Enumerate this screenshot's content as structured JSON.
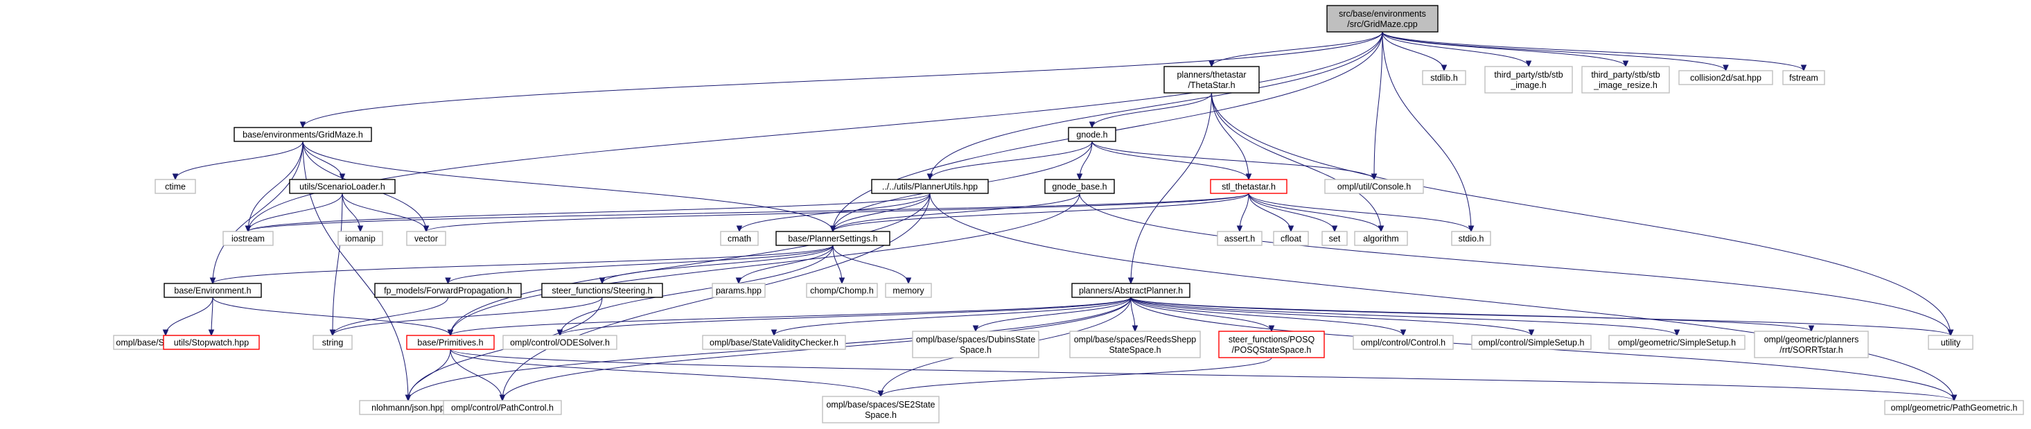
{
  "graph": {
    "colors": {
      "edge": "#191970",
      "root_fill": "#bfbfbf",
      "root_border": "#000000",
      "documented_border": "#000000",
      "external_border": "#bfbfbf",
      "truncated_border": "#ff0000",
      "text": "#000000"
    },
    "nodes": [
      {
        "id": "root",
        "lines": [
          "src/base/environments",
          "/src/GridMaze.cpp"
        ],
        "kind": "root"
      },
      {
        "id": "gridmaze_h",
        "lines": [
          "base/environments/GridMaze.h"
        ],
        "kind": "documented"
      },
      {
        "id": "thetastar_h",
        "lines": [
          "planners/thetastar",
          "/ThetaStar.h"
        ],
        "kind": "documented"
      },
      {
        "id": "stdlib_h",
        "lines": [
          "stdlib.h"
        ],
        "kind": "external"
      },
      {
        "id": "stb_image",
        "lines": [
          "third_party/stb/stb",
          "_image.h"
        ],
        "kind": "external"
      },
      {
        "id": "stb_image_resize",
        "lines": [
          "third_party/stb/stb",
          "_image_resize.h"
        ],
        "kind": "external"
      },
      {
        "id": "sat_hpp",
        "lines": [
          "collision2d/sat.hpp"
        ],
        "kind": "external"
      },
      {
        "id": "fstream",
        "lines": [
          "fstream"
        ],
        "kind": "external"
      },
      {
        "id": "gnode_h",
        "lines": [
          "gnode.h"
        ],
        "kind": "documented"
      },
      {
        "id": "ctime",
        "lines": [
          "ctime"
        ],
        "kind": "external"
      },
      {
        "id": "scenarioloader_h",
        "lines": [
          "utils/ScenarioLoader.h"
        ],
        "kind": "documented"
      },
      {
        "id": "plannerutils_hpp",
        "lines": [
          "../../utils/PlannerUtils.hpp"
        ],
        "kind": "documented"
      },
      {
        "id": "console_h",
        "lines": [
          "ompl/util/Console.h"
        ],
        "kind": "external"
      },
      {
        "id": "gnode_base_h",
        "lines": [
          "gnode_base.h"
        ],
        "kind": "documented"
      },
      {
        "id": "stl_thetastar_h",
        "lines": [
          "stl_thetastar.h"
        ],
        "kind": "truncated"
      },
      {
        "id": "iostream",
        "lines": [
          "iostream"
        ],
        "kind": "external"
      },
      {
        "id": "iomanip",
        "lines": [
          "iomanip"
        ],
        "kind": "external"
      },
      {
        "id": "vector",
        "lines": [
          "vector"
        ],
        "kind": "external"
      },
      {
        "id": "cmath",
        "lines": [
          "cmath"
        ],
        "kind": "external"
      },
      {
        "id": "plannersettings_h",
        "lines": [
          "base/PlannerSettings.h"
        ],
        "kind": "documented"
      },
      {
        "id": "assert_h",
        "lines": [
          "assert.h"
        ],
        "kind": "external"
      },
      {
        "id": "cfloat",
        "lines": [
          "cfloat"
        ],
        "kind": "external"
      },
      {
        "id": "set",
        "lines": [
          "set"
        ],
        "kind": "external"
      },
      {
        "id": "algorithm",
        "lines": [
          "algorithm"
        ],
        "kind": "external"
      },
      {
        "id": "stdio_h",
        "lines": [
          "stdio.h"
        ],
        "kind": "external"
      },
      {
        "id": "environment_h",
        "lines": [
          "base/Environment.h"
        ],
        "kind": "documented"
      },
      {
        "id": "forwardpropagation_h",
        "lines": [
          "fp_models/ForwardPropagation.h"
        ],
        "kind": "documented"
      },
      {
        "id": "steering_h",
        "lines": [
          "steer_functions/Steering.h"
        ],
        "kind": "documented"
      },
      {
        "id": "params_hpp",
        "lines": [
          "params.hpp"
        ],
        "kind": "external"
      },
      {
        "id": "chomp_h",
        "lines": [
          "chomp/Chomp.h"
        ],
        "kind": "external"
      },
      {
        "id": "memory",
        "lines": [
          "memory"
        ],
        "kind": "external"
      },
      {
        "id": "abstractplanner_h",
        "lines": [
          "planners/AbstractPlanner.h"
        ],
        "kind": "documented"
      },
      {
        "id": "scopedstate_h",
        "lines": [
          "ompl/base/ScopedState.h"
        ],
        "kind": "external"
      },
      {
        "id": "stopwatch_hpp",
        "lines": [
          "utils/Stopwatch.hpp"
        ],
        "kind": "truncated"
      },
      {
        "id": "string",
        "lines": [
          "string"
        ],
        "kind": "external"
      },
      {
        "id": "primitives_h",
        "lines": [
          "base/Primitives.h"
        ],
        "kind": "truncated"
      },
      {
        "id": "odesolver_h",
        "lines": [
          "ompl/control/ODESolver.h"
        ],
        "kind": "external"
      },
      {
        "id": "statevaliditychecker_h",
        "lines": [
          "ompl/base/StateValidityChecker.h"
        ],
        "kind": "external"
      },
      {
        "id": "dubins_h",
        "lines": [
          "ompl/base/spaces/DubinsState",
          "Space.h"
        ],
        "kind": "external"
      },
      {
        "id": "reedsshepp_h",
        "lines": [
          "ompl/base/spaces/ReedsShepp",
          "StateSpace.h"
        ],
        "kind": "external"
      },
      {
        "id": "posq_h",
        "lines": [
          "steer_functions/POSQ",
          "/POSQStateSpace.h"
        ],
        "kind": "truncated"
      },
      {
        "id": "control_h",
        "lines": [
          "ompl/control/Control.h"
        ],
        "kind": "external"
      },
      {
        "id": "control_simplesetup_h",
        "lines": [
          "ompl/control/SimpleSetup.h"
        ],
        "kind": "external"
      },
      {
        "id": "geometric_simplesetup_h",
        "lines": [
          "ompl/geometric/SimpleSetup.h"
        ],
        "kind": "external"
      },
      {
        "id": "sorrtstar_h",
        "lines": [
          "ompl/geometric/planners",
          "/rrt/SORRTstar.h"
        ],
        "kind": "external"
      },
      {
        "id": "utility",
        "lines": [
          "utility"
        ],
        "kind": "external"
      },
      {
        "id": "json_hpp",
        "lines": [
          "nlohmann/json.hpp"
        ],
        "kind": "external"
      },
      {
        "id": "pathcontrol_h",
        "lines": [
          "ompl/control/PathControl.h"
        ],
        "kind": "external"
      },
      {
        "id": "se2statespace_h",
        "lines": [
          "ompl/base/spaces/SE2State",
          "Space.h"
        ],
        "kind": "external"
      },
      {
        "id": "pathgeometric_h",
        "lines": [
          "ompl/geometric/PathGeometric.h"
        ],
        "kind": "external"
      }
    ],
    "edges": [
      [
        "root",
        "gridmaze_h"
      ],
      [
        "root",
        "thetastar_h"
      ],
      [
        "root",
        "stdlib_h"
      ],
      [
        "root",
        "stb_image"
      ],
      [
        "root",
        "stb_image_resize"
      ],
      [
        "root",
        "sat_hpp"
      ],
      [
        "root",
        "fstream"
      ],
      [
        "root",
        "iostream"
      ],
      [
        "root",
        "plannerutils_hpp"
      ],
      [
        "root",
        "console_h"
      ],
      [
        "root",
        "stdio_h"
      ],
      [
        "root",
        "plannersettings_h"
      ],
      [
        "gridmaze_h",
        "ctime"
      ],
      [
        "gridmaze_h",
        "scenarioloader_h"
      ],
      [
        "gridmaze_h",
        "iostream"
      ],
      [
        "gridmaze_h",
        "vector"
      ],
      [
        "gridmaze_h",
        "plannersettings_h"
      ],
      [
        "gridmaze_h",
        "environment_h"
      ],
      [
        "gridmaze_h",
        "json_hpp"
      ],
      [
        "thetastar_h",
        "gnode_h"
      ],
      [
        "thetastar_h",
        "stl_thetastar_h"
      ],
      [
        "thetastar_h",
        "algorithm"
      ],
      [
        "thetastar_h",
        "abstractplanner_h"
      ],
      [
        "thetastar_h",
        "utility"
      ],
      [
        "gnode_h",
        "plannerutils_hpp"
      ],
      [
        "gnode_h",
        "console_h"
      ],
      [
        "gnode_h",
        "gnode_base_h"
      ],
      [
        "gnode_h",
        "stl_thetastar_h"
      ],
      [
        "gnode_h",
        "plannersettings_h"
      ],
      [
        "scenarioloader_h",
        "iostream"
      ],
      [
        "scenarioloader_h",
        "iomanip"
      ],
      [
        "scenarioloader_h",
        "vector"
      ],
      [
        "scenarioloader_h",
        "string"
      ],
      [
        "plannerutils_hpp",
        "iostream"
      ],
      [
        "plannerutils_hpp",
        "cmath"
      ],
      [
        "plannerutils_hpp",
        "plannersettings_h"
      ],
      [
        "plannerutils_hpp",
        "primitives_h"
      ],
      [
        "plannerutils_hpp",
        "pathcontrol_h"
      ],
      [
        "plannerutils_hpp",
        "pathgeometric_h"
      ],
      [
        "gnode_base_h",
        "plannersettings_h"
      ],
      [
        "gnode_base_h",
        "primitives_h"
      ],
      [
        "gnode_base_h",
        "utility"
      ],
      [
        "stl_thetastar_h",
        "iostream"
      ],
      [
        "stl_thetastar_h",
        "vector"
      ],
      [
        "stl_thetastar_h",
        "assert_h"
      ],
      [
        "stl_thetastar_h",
        "cfloat"
      ],
      [
        "stl_thetastar_h",
        "set"
      ],
      [
        "stl_thetastar_h",
        "algorithm"
      ],
      [
        "stl_thetastar_h",
        "stdio_h"
      ],
      [
        "stl_thetastar_h",
        "plannersettings_h"
      ],
      [
        "plannersettings_h",
        "environment_h"
      ],
      [
        "plannersettings_h",
        "forwardpropagation_h"
      ],
      [
        "plannersettings_h",
        "steering_h"
      ],
      [
        "plannersettings_h",
        "params_hpp"
      ],
      [
        "plannersettings_h",
        "chomp_h"
      ],
      [
        "plannersettings_h",
        "memory"
      ],
      [
        "plannersettings_h",
        "odesolver_h"
      ],
      [
        "environment_h",
        "scopedstate_h"
      ],
      [
        "environment_h",
        "stopwatch_hpp"
      ],
      [
        "environment_h",
        "primitives_h"
      ],
      [
        "forwardpropagation_h",
        "string"
      ],
      [
        "steering_h",
        "string"
      ],
      [
        "steering_h",
        "json_hpp"
      ],
      [
        "abstractplanner_h",
        "primitives_h"
      ],
      [
        "abstractplanner_h",
        "odesolver_h"
      ],
      [
        "abstractplanner_h",
        "statevaliditychecker_h"
      ],
      [
        "abstractplanner_h",
        "dubins_h"
      ],
      [
        "abstractplanner_h",
        "reedsshepp_h"
      ],
      [
        "abstractplanner_h",
        "posq_h"
      ],
      [
        "abstractplanner_h",
        "control_h"
      ],
      [
        "abstractplanner_h",
        "control_simplesetup_h"
      ],
      [
        "abstractplanner_h",
        "geometric_simplesetup_h"
      ],
      [
        "abstractplanner_h",
        "sorrtstar_h"
      ],
      [
        "abstractplanner_h",
        "utility"
      ],
      [
        "abstractplanner_h",
        "json_hpp"
      ],
      [
        "abstractplanner_h",
        "pathcontrol_h"
      ],
      [
        "abstractplanner_h",
        "se2statespace_h"
      ],
      [
        "abstractplanner_h",
        "pathgeometric_h"
      ],
      [
        "primitives_h",
        "json_hpp"
      ],
      [
        "primitives_h",
        "pathcontrol_h"
      ],
      [
        "primitives_h",
        "se2statespace_h"
      ],
      [
        "primitives_h",
        "pathgeometric_h"
      ],
      [
        "posq_h",
        "se2statespace_h"
      ]
    ]
  }
}
